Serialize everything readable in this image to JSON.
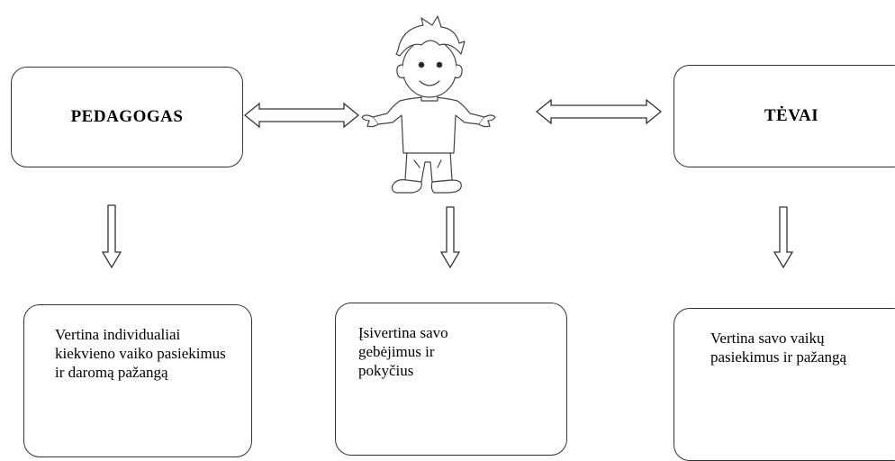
{
  "diagram": {
    "top_left": {
      "label": "PEDAGOGAS"
    },
    "top_right": {
      "label": "TĖVAI"
    },
    "bottom_left": {
      "text": "Vertina individualiai kiekvieno vaiko pasiekimus ir daromą pažangą"
    },
    "bottom_middle": {
      "text": "Įsivertina savo gebėjimus ir pokyčius"
    },
    "bottom_right": {
      "text": "Vertina savo vaikų pasiekimus ir pažangą"
    }
  }
}
